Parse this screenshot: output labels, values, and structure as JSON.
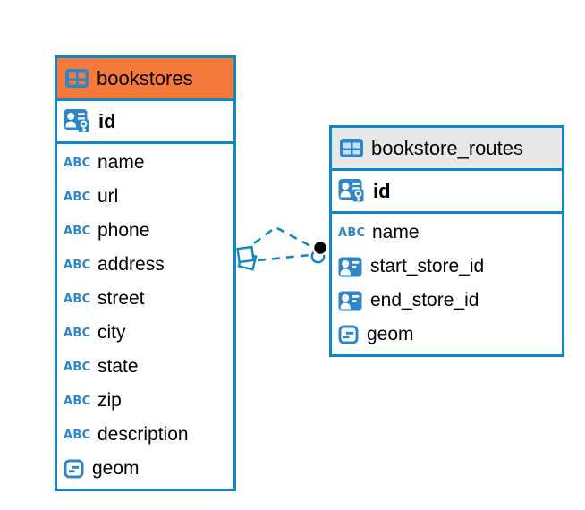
{
  "diagram": {
    "abc_label": "ABC",
    "colors": {
      "accent_blue": "#1287C8",
      "icon_blue": "#2E86C8",
      "bookstores_header": "#F5793B",
      "routes_header": "#E8E8E8",
      "connector_blue": "#1287C8",
      "connector_dot": "#000000"
    },
    "tables": [
      {
        "name": "bookstores",
        "primary_key": {
          "name": "id"
        },
        "columns": [
          {
            "name": "name"
          },
          {
            "name": "url"
          },
          {
            "name": "phone"
          },
          {
            "name": "address"
          },
          {
            "name": "street"
          },
          {
            "name": "city"
          },
          {
            "name": "state"
          },
          {
            "name": "zip"
          },
          {
            "name": "description"
          },
          {
            "name": "geom"
          }
        ]
      },
      {
        "name": "bookstore_routes",
        "primary_key": {
          "name": "id"
        },
        "columns": [
          {
            "name": "name"
          },
          {
            "name": "start_store_id"
          },
          {
            "name": "end_store_id"
          },
          {
            "name": "geom"
          }
        ]
      }
    ]
  }
}
